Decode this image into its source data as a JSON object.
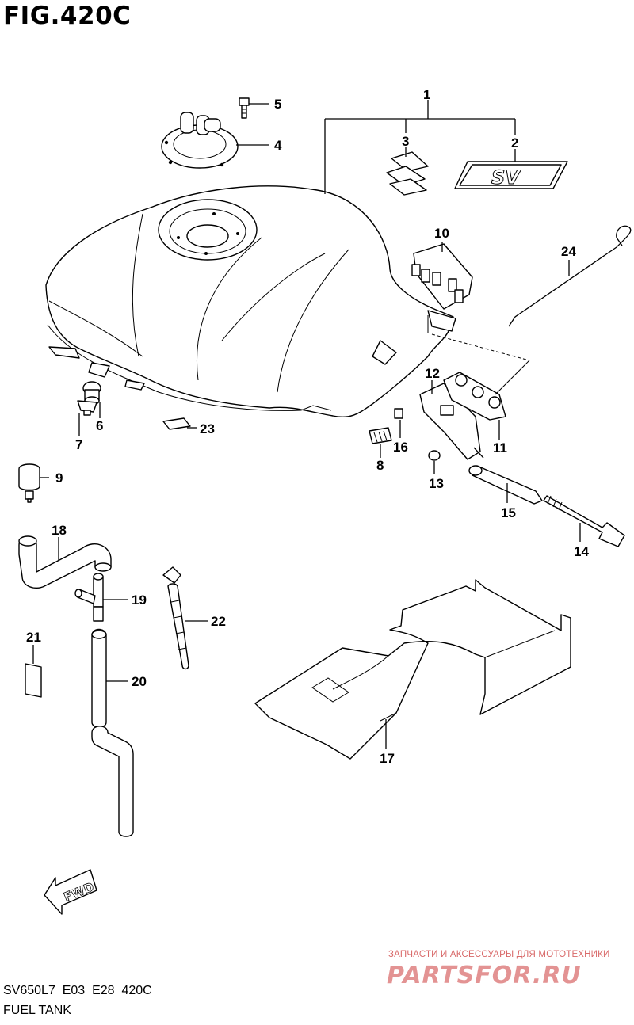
{
  "figure": {
    "title": "FIG.420C",
    "diagram_code": "SV650L7_E03_E28_420C",
    "section_name": "FUEL TANK"
  },
  "callouts": [
    {
      "id": "1",
      "text": "1"
    },
    {
      "id": "2",
      "text": "2"
    },
    {
      "id": "3",
      "text": "3"
    },
    {
      "id": "4",
      "text": "4"
    },
    {
      "id": "5",
      "text": "5"
    },
    {
      "id": "6",
      "text": "6"
    },
    {
      "id": "7",
      "text": "7"
    },
    {
      "id": "8",
      "text": "8"
    },
    {
      "id": "9",
      "text": "9"
    },
    {
      "id": "10",
      "text": "10"
    },
    {
      "id": "11",
      "text": "11"
    },
    {
      "id": "12",
      "text": "12"
    },
    {
      "id": "13",
      "text": "13"
    },
    {
      "id": "14",
      "text": "14"
    },
    {
      "id": "15",
      "text": "15"
    },
    {
      "id": "16",
      "text": "16"
    },
    {
      "id": "17",
      "text": "17"
    },
    {
      "id": "18",
      "text": "18"
    },
    {
      "id": "19",
      "text": "19"
    },
    {
      "id": "20",
      "text": "20"
    },
    {
      "id": "21",
      "text": "21"
    },
    {
      "id": "22",
      "text": "22"
    },
    {
      "id": "23",
      "text": "23"
    },
    {
      "id": "24",
      "text": "24"
    }
  ],
  "direction_marker": {
    "text": "FWD"
  },
  "emblem": {
    "text": "SV"
  },
  "watermark": {
    "tagline": "ЗАПЧАСТИ И АКСЕССУАРЫ ДЛЯ МОТОТЕХНИКИ",
    "logo": "PARTSFOR.RU"
  }
}
